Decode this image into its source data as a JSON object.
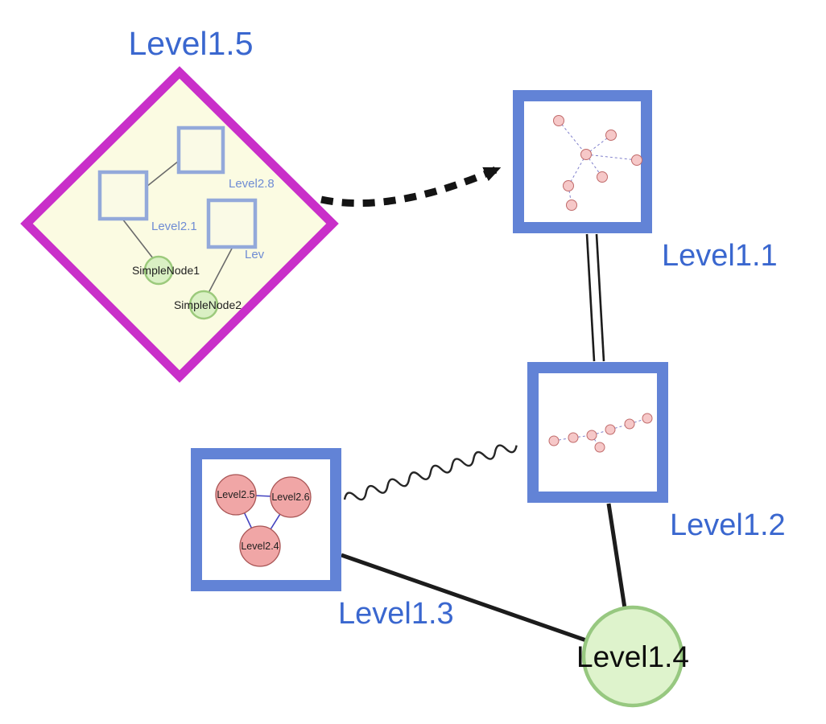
{
  "canvas": {
    "background": "#ffffff"
  },
  "nodes": {
    "level15": {
      "label": "Level1.5",
      "shape": "diamond-group",
      "children": {
        "level28": {
          "label": "Level2.8",
          "shape": "square"
        },
        "level21": {
          "label": "Level2.1",
          "shape": "square"
        },
        "lev": {
          "label": "Lev",
          "shape": "square"
        },
        "simplenode1": {
          "label": "SimpleNode1",
          "shape": "circle"
        },
        "simplenode2": {
          "label": "SimpleNode2",
          "shape": "circle"
        }
      }
    },
    "level11": {
      "label": "Level1.1",
      "shape": "square-group"
    },
    "level12": {
      "label": "Level1.2",
      "shape": "square-group"
    },
    "level13": {
      "label": "Level1.3",
      "shape": "square-group",
      "children": {
        "level25": {
          "label": "Level2.5",
          "shape": "circle"
        },
        "level26": {
          "label": "Level2.6",
          "shape": "circle"
        },
        "level24": {
          "label": "Level2.4",
          "shape": "circle"
        }
      }
    },
    "level14": {
      "label": "Level1.4",
      "shape": "circle"
    }
  },
  "edges": [
    {
      "from": "Level1.5",
      "to": "Level1.1",
      "style": "thick-dashed-arrow"
    },
    {
      "from": "Level1.1",
      "to": "Level1.2",
      "style": "double-line"
    },
    {
      "from": "Level1.3",
      "to": "Level1.2",
      "style": "wavy"
    },
    {
      "from": "Level1.3",
      "to": "Level1.4",
      "style": "solid"
    },
    {
      "from": "Level1.2",
      "to": "Level1.4",
      "style": "solid"
    }
  ],
  "colors": {
    "label_blue": "#3a67cf",
    "group_border_blue": "#6283d6",
    "diamond_border_magenta": "#c92fc9",
    "diamond_fill": "#fbfbe2",
    "inner_square_border": "#93a9da",
    "green_node_fill": "#daf0c4",
    "green_node_border": "#9cca7c",
    "pink_node_fill": "#f0a6a6",
    "pink_node_border": "#a85454",
    "mini_edge_blue": "#8080cc",
    "edge_black": "#1c1c1c"
  }
}
